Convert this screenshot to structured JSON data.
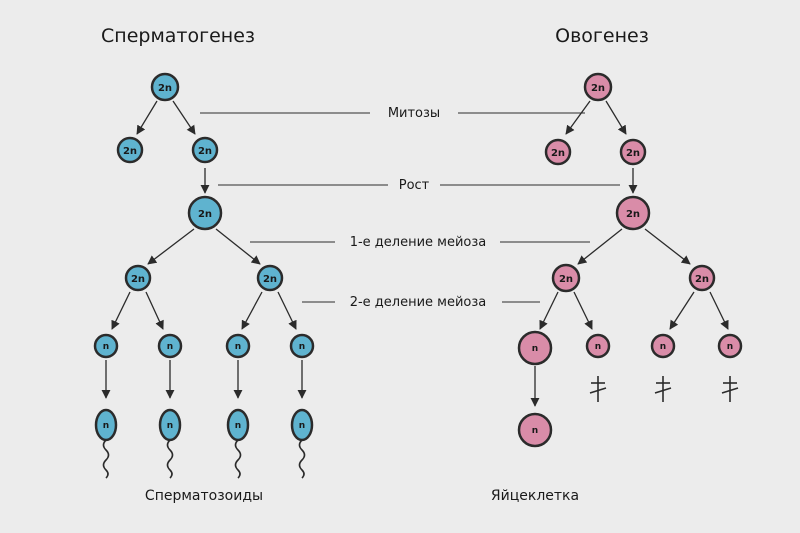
{
  "titles": {
    "spermatogenesis": "Сперматогенез",
    "oogenesis": "Овогенез"
  },
  "stages": {
    "mitosis": "Митозы",
    "growth": "Рост",
    "meiosis1": "1-е деление мейоза",
    "meiosis2": "2-е деление мейоза"
  },
  "captions": {
    "sperm": "Сперматозоиды",
    "egg": "Яйцеклетка"
  },
  "ploidy": {
    "diploid": "2n",
    "haploid": "n"
  },
  "colors": {
    "male_fill": "#5fb3cf",
    "female_fill": "#d98ca8",
    "outline": "#2b2b2b",
    "background": "#ececec"
  }
}
